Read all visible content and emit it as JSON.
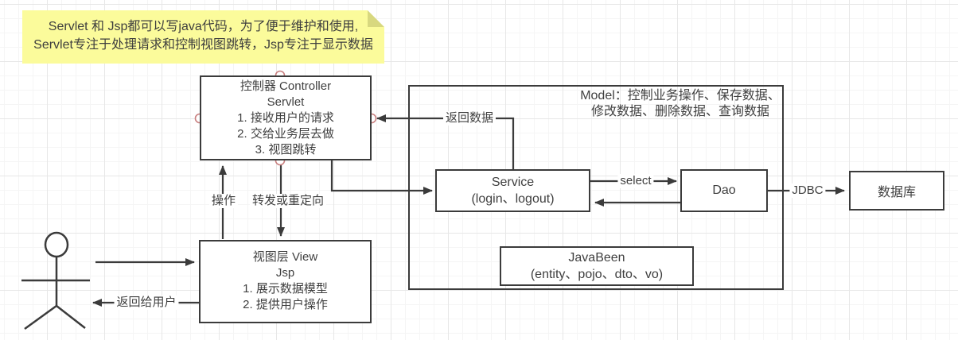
{
  "note": {
    "line1": "Servlet 和 Jsp都可以写java代码，为了便于维护和使用,",
    "line2": "Servlet专注于处理请求和控制视图跳转，Jsp专注于显示数据"
  },
  "boxes": {
    "controller": {
      "lines": [
        "控制器 Controller",
        "Servlet",
        "1. 接收用户的请求",
        "2. 交给业务层去做",
        "3. 视图跳转"
      ]
    },
    "view": {
      "lines": [
        "视图层 View",
        "Jsp",
        "1. 展示数据模型",
        "2. 提供用户操作"
      ]
    },
    "model": {
      "title_line1": "Model：控制业务操作、保存数据、",
      "title_line2": "修改数据、删除数据、查询数据"
    },
    "service": {
      "lines": [
        "Service",
        "(login、logout)"
      ]
    },
    "dao": {
      "label": "Dao"
    },
    "javabeen": {
      "lines": [
        "JavaBeen",
        "(entity、pojo、dto、vo)"
      ]
    },
    "database": {
      "label": "数据库"
    }
  },
  "edge_labels": {
    "return_data": "返回数据",
    "operate": "操作",
    "forward_redirect": "转发或重定向",
    "return_to_user": "返回给用户",
    "select": "select",
    "jdbc": "JDBC"
  },
  "icons": {
    "user_actor": "stick-figure-person"
  },
  "colors": {
    "stroke": "#3b3b3b",
    "note_fill": "#fbfb9b",
    "note_fold": "#d8d87f",
    "anchor_ring": "#c97f7f",
    "grid_minor": "#f5f5f5",
    "grid_major": "#e7e7e7"
  }
}
